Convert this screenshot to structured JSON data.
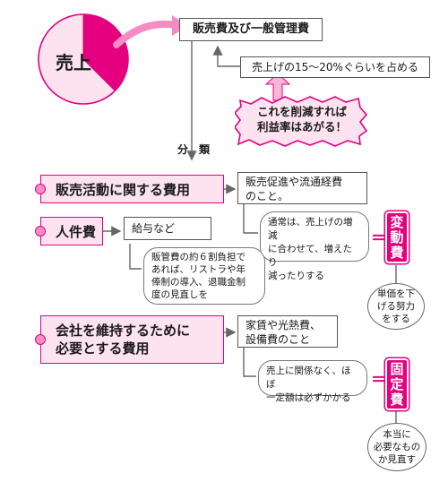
{
  "sales": {
    "label": "売上"
  },
  "expense": {
    "title": "販売費及び一般管理費",
    "ratio_note": "売上げの15〜20%ぐらいを占める",
    "callout_line1": "これを削減すれば",
    "callout_line2": "利益率はあがる！"
  },
  "classification": {
    "label": "分　類"
  },
  "categories": [
    {
      "title": "販売活動に関する費用",
      "detail_line1": "販売促進や流通経費",
      "detail_line2": "のこと。"
    },
    {
      "title": "人件費",
      "detail_line1": "給与など"
    },
    {
      "title_line1": "会社を維持するために",
      "title_line2": "必要とする費用",
      "detail_line1": "家賃や光熱費、",
      "detail_line2": "設備費のこと"
    }
  ],
  "notes": {
    "personnel": {
      "line1": "販管費の約６割負担で",
      "line2": "あれば、リストラや年",
      "line3": "俸制の導入、退職金制",
      "line4": "度の見直しを"
    },
    "variable": {
      "line1": "通常は、売上げの増減",
      "line2": "に合わせて、増えたり",
      "line3": "減ったりする"
    },
    "fixed": {
      "line1": "売上に関係なく、ほぼ",
      "line2": "一定額は必ずかかる"
    }
  },
  "equals": "＝",
  "cost_types": {
    "variable": {
      "label": "変動費",
      "tip_line1": "単価を下",
      "tip_line2": "げる努力",
      "tip_line3": "をする"
    },
    "fixed": {
      "label": "固定費",
      "tip_line1": "本当に",
      "tip_line2": "必要なもの",
      "tip_line3": "か見直す"
    }
  },
  "colors": {
    "accent": "#e4007f",
    "accent_light": "#fde3f0",
    "accent_mid": "#f8b7d8",
    "line": "#666666"
  }
}
